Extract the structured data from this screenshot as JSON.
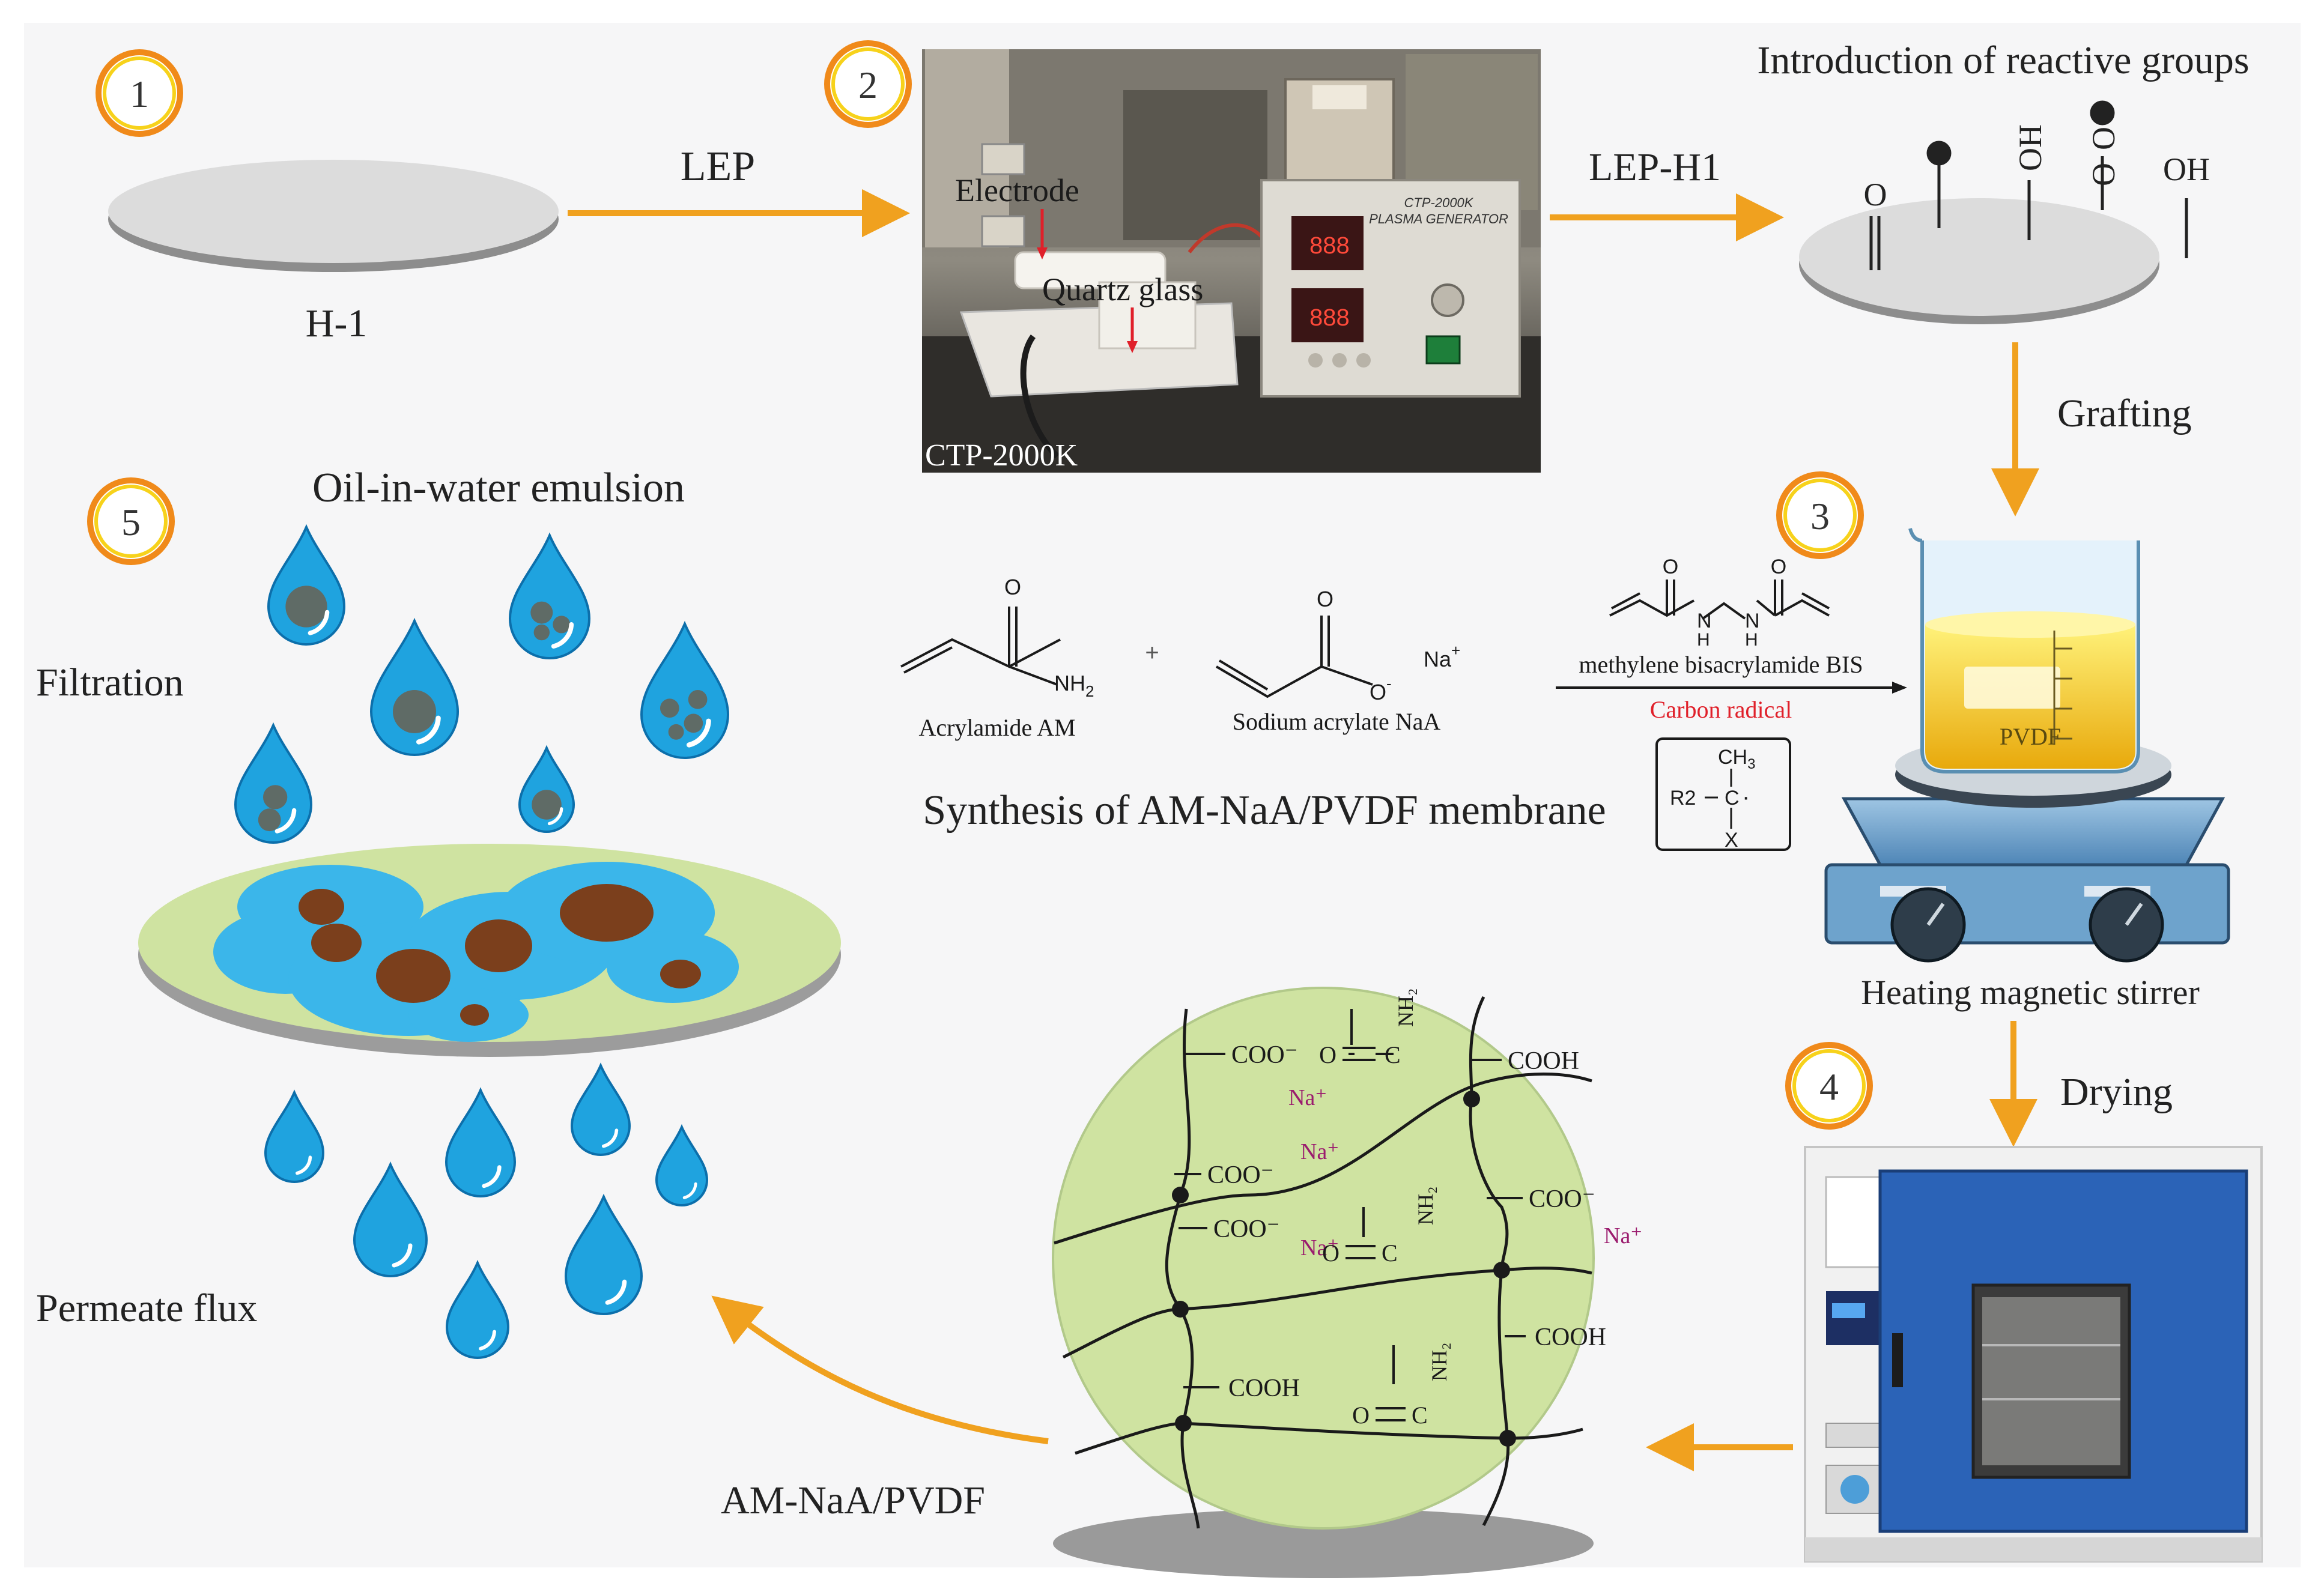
{
  "colors": {
    "background": "#f6f6f7",
    "arrow": "#f0a11f",
    "step_circle_outer": "#f08a1a",
    "step_circle_inner": "#f7d21b",
    "drop": "#1fa3df",
    "drop_dark": "#0c6fab",
    "oil": "#5f6b66",
    "membrane_green": "#cfe3a1",
    "oil_brown": "#7b3f1c",
    "water_blue": "#3bb6ea",
    "carbon_radical": "#e0202a",
    "sodium_label": "#9b1c6e",
    "oven_blue": "#2b63b7"
  },
  "steps": [
    "1",
    "2",
    "3",
    "4",
    "5"
  ],
  "labels": {
    "h1": "H-1",
    "lep": "LEP",
    "lep_h1": "LEP-H1",
    "reactive_groups_title": "Introduction of reactive groups",
    "grafting": "Grafting",
    "drying": "Drying",
    "heating_stirrer": "Heating magnetic stirrer",
    "pvdf_on_beaker": "PVDF",
    "oil_in_water": "Oil-in-water emulsion",
    "filtration": "Filtration",
    "permeate_flux": "Permeate flux",
    "am_naa_pvdf": "AM-NaA/PVDF",
    "synthesis_title": "Synthesis of AM-NaA/PVDF membrane"
  },
  "photo": {
    "electrode": "Electrode",
    "quartz_glass": "Quartz glass",
    "device_name": "CTP-2000K",
    "generator_label": "PLASMA GENERATOR",
    "generator_model": "CTP-2000K"
  },
  "reactive_groups": {
    "o": "O",
    "oh": "OH"
  },
  "chemistry": {
    "acrylamide": "Acrylamide AM",
    "nh2": "NH",
    "sub2": "2",
    "o": "O",
    "plus": "+",
    "sodium_acrylate": "Sodium acrylate NaA",
    "o_minus": "O",
    "minus": "-",
    "na_plus": "Na",
    "plus_sup": "+",
    "bis": "methylene bisacrylamide BIS",
    "n": "N",
    "h": "H",
    "carbon_radical": "Carbon radical",
    "r2": "R2",
    "c": "C",
    "ch3": "CH",
    "sub3": "3",
    "x": "X",
    "dot": "·"
  },
  "network": {
    "coo_minus": "COO⁻",
    "cooh": "COOH",
    "na_plus": "Na⁺",
    "nh2": "NH₂",
    "o": "O",
    "c": "C"
  }
}
